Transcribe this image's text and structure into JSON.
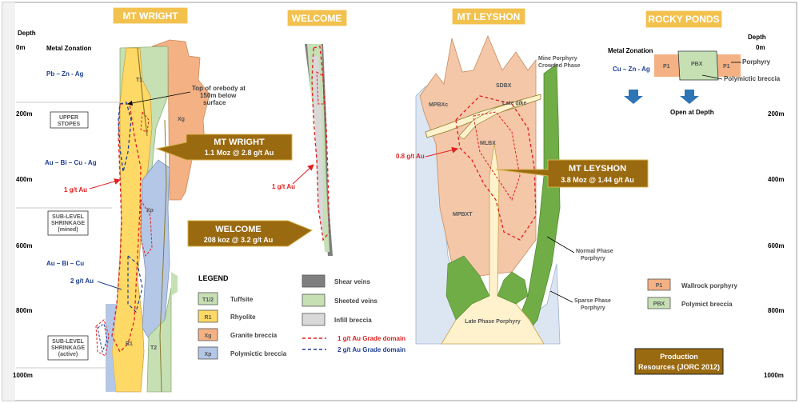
{
  "titles": {
    "mt_wright": "MT WRIGHT",
    "welcome": "WELCOME",
    "mt_leyshon": "MT LEYSHON",
    "rocky_ponds": "ROCKY PONDS"
  },
  "depth_axis": {
    "title": "Depth",
    "ticks": [
      "0m",
      "200m",
      "400m",
      "600m",
      "800m",
      "1000m"
    ]
  },
  "metal_zonation": {
    "title": "Metal Zonation",
    "zones": [
      "Pb – Zn - Ag",
      "Au – Bi – Cu - Ag",
      "Au – Bi – Cu"
    ],
    "rocky_ponds_zone": "Cu – Zn - Ag"
  },
  "stope_boxes": {
    "upper": [
      "UPPER",
      "STOPES"
    ],
    "sublevel_mined": [
      "SUB-LEVEL",
      "SHRINKAGE",
      "(mined)"
    ],
    "sublevel_active": [
      "SUB-LEVEL",
      "SHRINKAGE",
      "(active)"
    ]
  },
  "mt_wright": {
    "units": {
      "t1_top": "T1",
      "xg": "Xg",
      "xp": "Xp",
      "r1": "R1",
      "t2": "T2"
    },
    "top_orebody": [
      "Top of orebody at",
      "150m below",
      "surface"
    ],
    "callout_title": "MT WRIGHT",
    "callout_value": "1.1 Moz @ 2.8 g/t Au",
    "grade_1": "1 g/t Au",
    "grade_2": "2 g/t Au"
  },
  "welcome": {
    "grade_1": "1 g/t Au",
    "callout_title": "WELCOME",
    "callout_value": "208 koz @ 3.2 g/t Au"
  },
  "mt_leyshon": {
    "mine_porphyry": [
      "Mine Porphyry",
      "Crowded Phase"
    ],
    "units": {
      "sdbx": "SDBX",
      "mpbxc": "MPBXc",
      "late_dike": "Late dike",
      "mlbx": "MLBX",
      "mpbxt": "MPBXT"
    },
    "grade": "0.8 g/t Au",
    "callout_title": "MT LEYSHON",
    "callout_value": "3.8 Moz @ 1.44 g/t Au",
    "normal_phase": [
      "Normal Phase",
      "Porphyry"
    ],
    "sparse_phase": [
      "Sparse Phase",
      "Porphyry"
    ],
    "late_phase": "Late Phase Porphyry"
  },
  "rocky_ponds": {
    "p1": "P1",
    "pbx": "PBX",
    "porphyry": "Porphyry",
    "polymictic": "Polymictic breccia",
    "open_at_depth": "Open at Depth"
  },
  "legend": {
    "title": "LEGEND",
    "items": [
      {
        "code": "T1/2",
        "label": "Tuffsite",
        "color": "#c6e0b4"
      },
      {
        "code": "R1",
        "label": "Rhyolite",
        "color": "#ffd966"
      },
      {
        "code": "Xg",
        "label": "Granite breccia",
        "color": "#f4b183"
      },
      {
        "code": "Xp",
        "label": "Polymictic breccia",
        "color": "#b4c7e7"
      }
    ],
    "items2": [
      {
        "label": "Shear veins",
        "color": "#7f7f7f"
      },
      {
        "label": "Sheeted veins",
        "color": "#c6e0b4"
      },
      {
        "label": "Infill breccia",
        "color": "#d9d9d9"
      }
    ],
    "line_red": "1 g/t Au Grade domain",
    "line_blue": "2 g/t Au Grade domain"
  },
  "rp_legend": [
    {
      "code": "P1",
      "label": "Wallrock porphyry",
      "color": "#f4b183"
    },
    {
      "code": "PBX",
      "label": "Polymict breccia",
      "color": "#c6e0b4"
    }
  ],
  "production": [
    "Production",
    "Resources (JORC 2012)"
  ],
  "colors": {
    "gold": "#b8860b",
    "header": "#f2c14e",
    "callout": "#9a6a10",
    "red": "#e02020",
    "blue": "#1f3f8f"
  }
}
